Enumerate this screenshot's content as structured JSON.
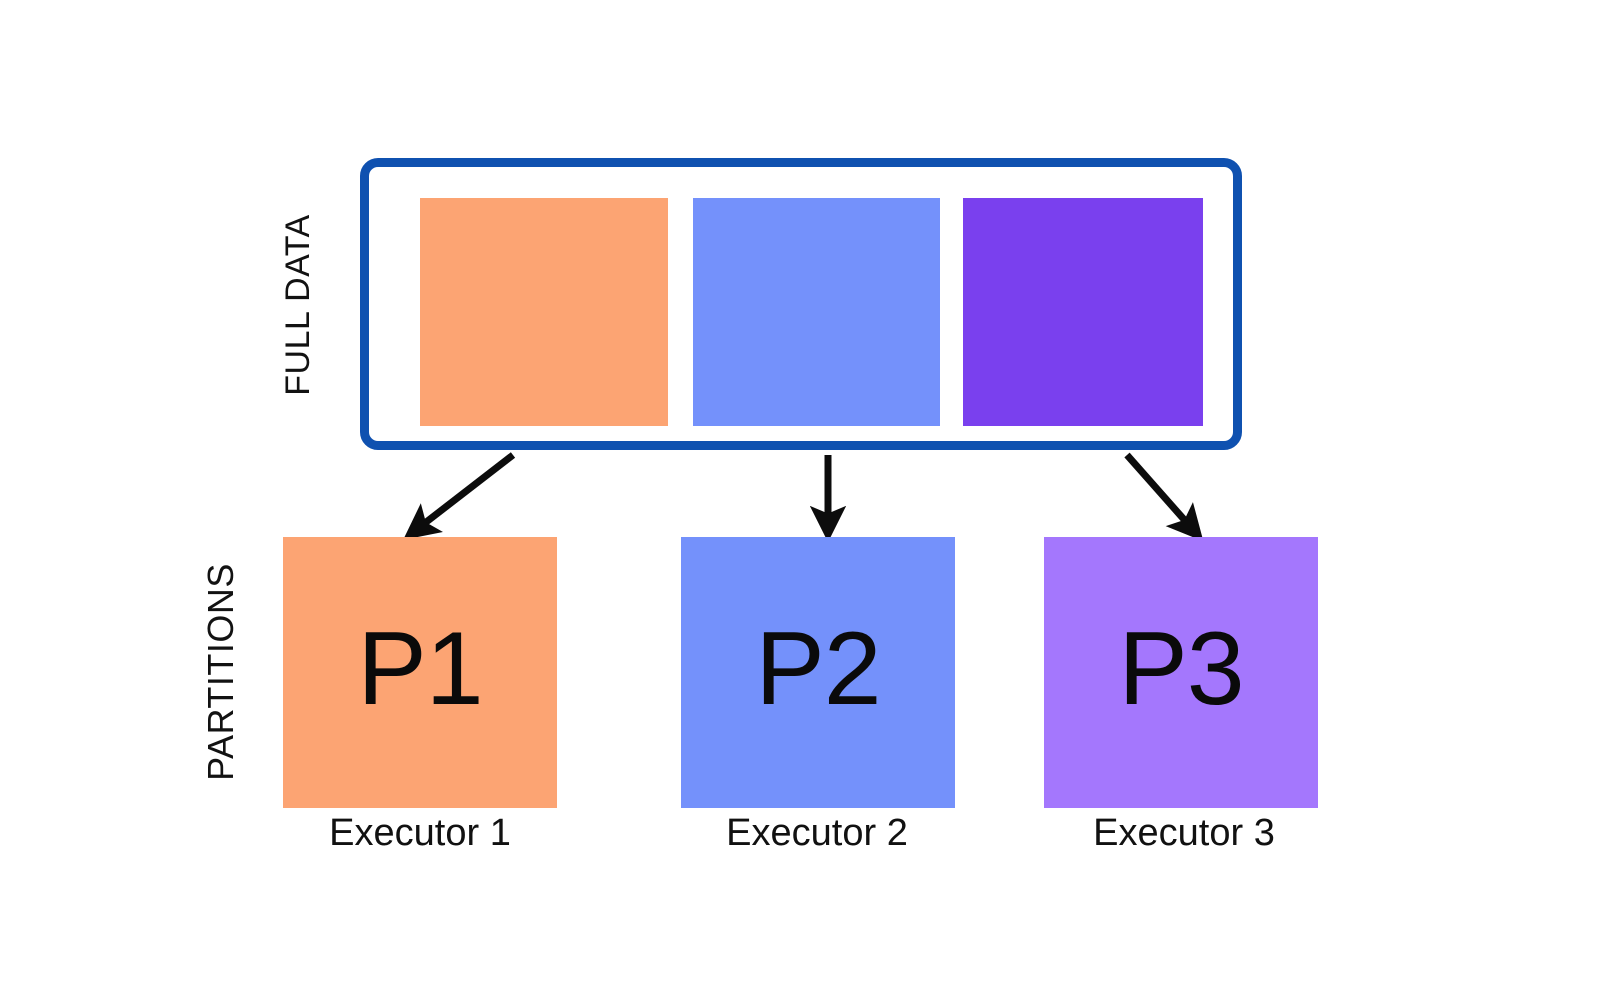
{
  "diagram": {
    "title_labels": {
      "full_data": "FULL DATA",
      "partitions": "PARTITIONS"
    },
    "full_data_container": {
      "border_color": "#0f51b0",
      "chunks": [
        {
          "name": "chunk-orange",
          "color": "#fca473"
        },
        {
          "name": "chunk-blue",
          "color": "#7491fb"
        },
        {
          "name": "chunk-purple",
          "color": "#7a40ee"
        }
      ]
    },
    "partitions": [
      {
        "label": "P1",
        "executor": "Executor 1",
        "color": "#fca473"
      },
      {
        "label": "P2",
        "executor": "Executor 2",
        "color": "#7491fb"
      },
      {
        "label": "P3",
        "executor": "Executor 3",
        "color": "#a477fd"
      }
    ],
    "arrows": [
      {
        "name": "arrow-to-p1",
        "direction": "down-left"
      },
      {
        "name": "arrow-to-p2",
        "direction": "down"
      },
      {
        "name": "arrow-to-p3",
        "direction": "down-right"
      }
    ]
  }
}
